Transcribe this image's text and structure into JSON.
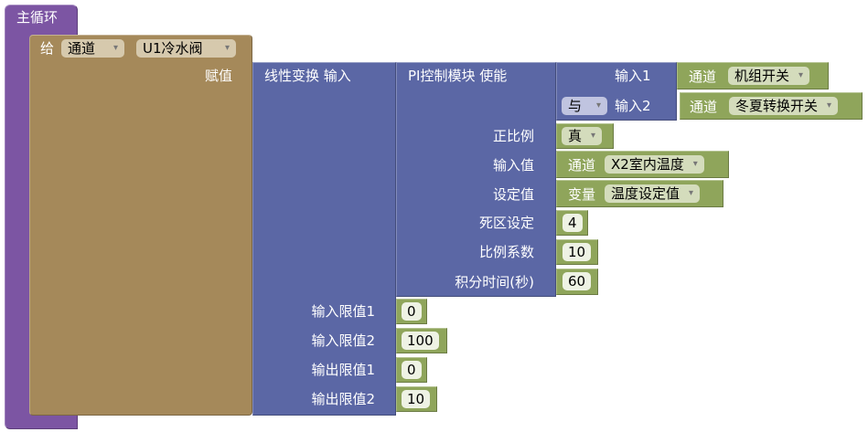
{
  "main_loop": {
    "label": "主循环"
  },
  "assign": {
    "label": "给",
    "type": "通道",
    "target": "U1冷水阀",
    "value_label": "赋值"
  },
  "linear": {
    "label": "线性变换 输入",
    "in_min": "输入限值1",
    "in_max": "输入限值2",
    "out_min": "输出限值1",
    "out_max": "输出限值2",
    "values": [
      "0",
      "100",
      "0",
      "10"
    ]
  },
  "pi": {
    "label": "PI控制模块 使能",
    "proportional": "正比例",
    "input": "输入值",
    "setpoint": "设定值",
    "deadband": "死区设定",
    "gain": "比例系数",
    "integral": "积分时间(秒)",
    "prop_value": "真",
    "input_type": "通道",
    "input_value": "X2室内温度",
    "setpoint_type": "变量",
    "setpoint_value": "温度设定值",
    "deadband_value": "4",
    "gain_value": "10",
    "integral_value": "60"
  },
  "logic": {
    "op": "与",
    "input1": "输入1",
    "input2": "输入2",
    "ch1_type": "通道",
    "ch1": "机组开关",
    "ch2_type": "通道",
    "ch2": "冬夏转换开关"
  },
  "colors": {
    "loop": "#7c55a3",
    "assign": "#a5895a",
    "math": "#5b67a5",
    "value": "#8fa55b"
  }
}
